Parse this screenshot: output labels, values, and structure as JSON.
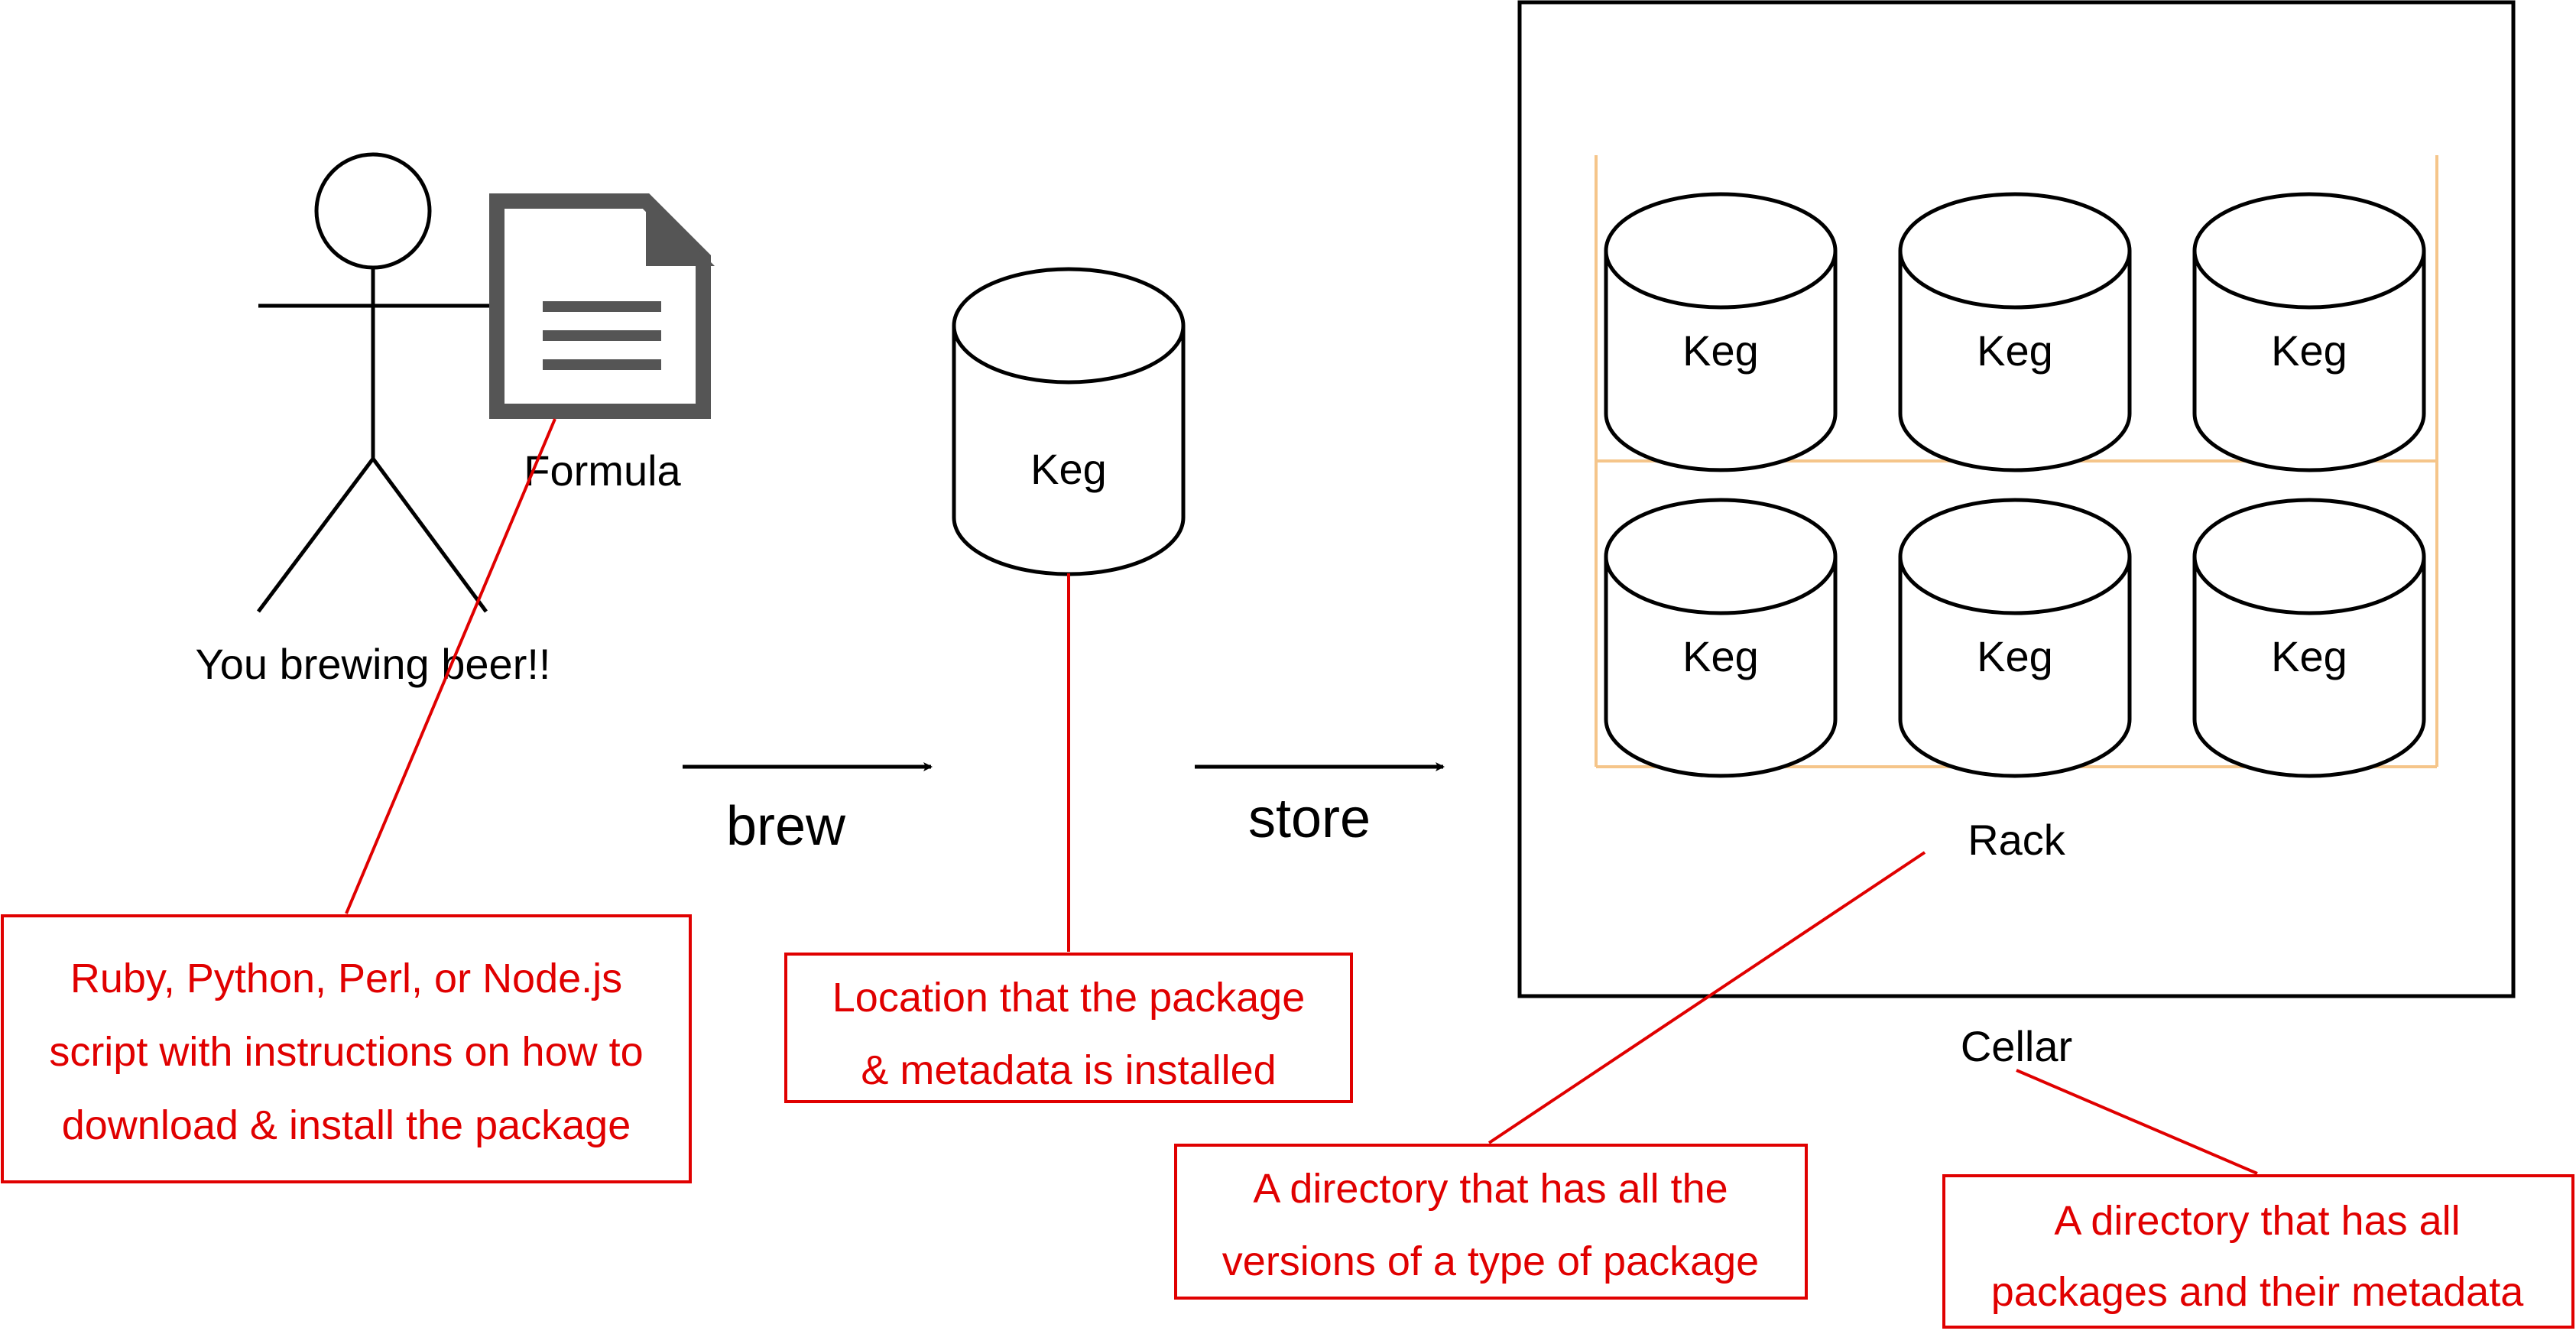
{
  "person": {
    "label": "You brewing beer!!"
  },
  "formula": {
    "label": "Formula",
    "icon": "document-icon"
  },
  "keg_main": {
    "label": "Keg"
  },
  "cellar": {
    "label": "Cellar",
    "rack": {
      "label": "Rack",
      "kegs": [
        "Keg",
        "Keg",
        "Keg",
        "Keg",
        "Keg",
        "Keg"
      ]
    }
  },
  "arrows": {
    "brew": "brew",
    "store": "store"
  },
  "notes": {
    "formula": [
      "Ruby, Python, Perl, or Node.js",
      "script with instructions on how to",
      "download & install the package"
    ],
    "keg": [
      "Location that the package",
      "& metadata is installed"
    ],
    "rack": [
      "A directory that has all the",
      "versions of a type of package"
    ],
    "cellar": [
      "A directory that has all",
      "packages and their metadata"
    ]
  },
  "colors": {
    "annotation": "#e00000",
    "rack": "#f5c58a",
    "icon": "#555555"
  }
}
